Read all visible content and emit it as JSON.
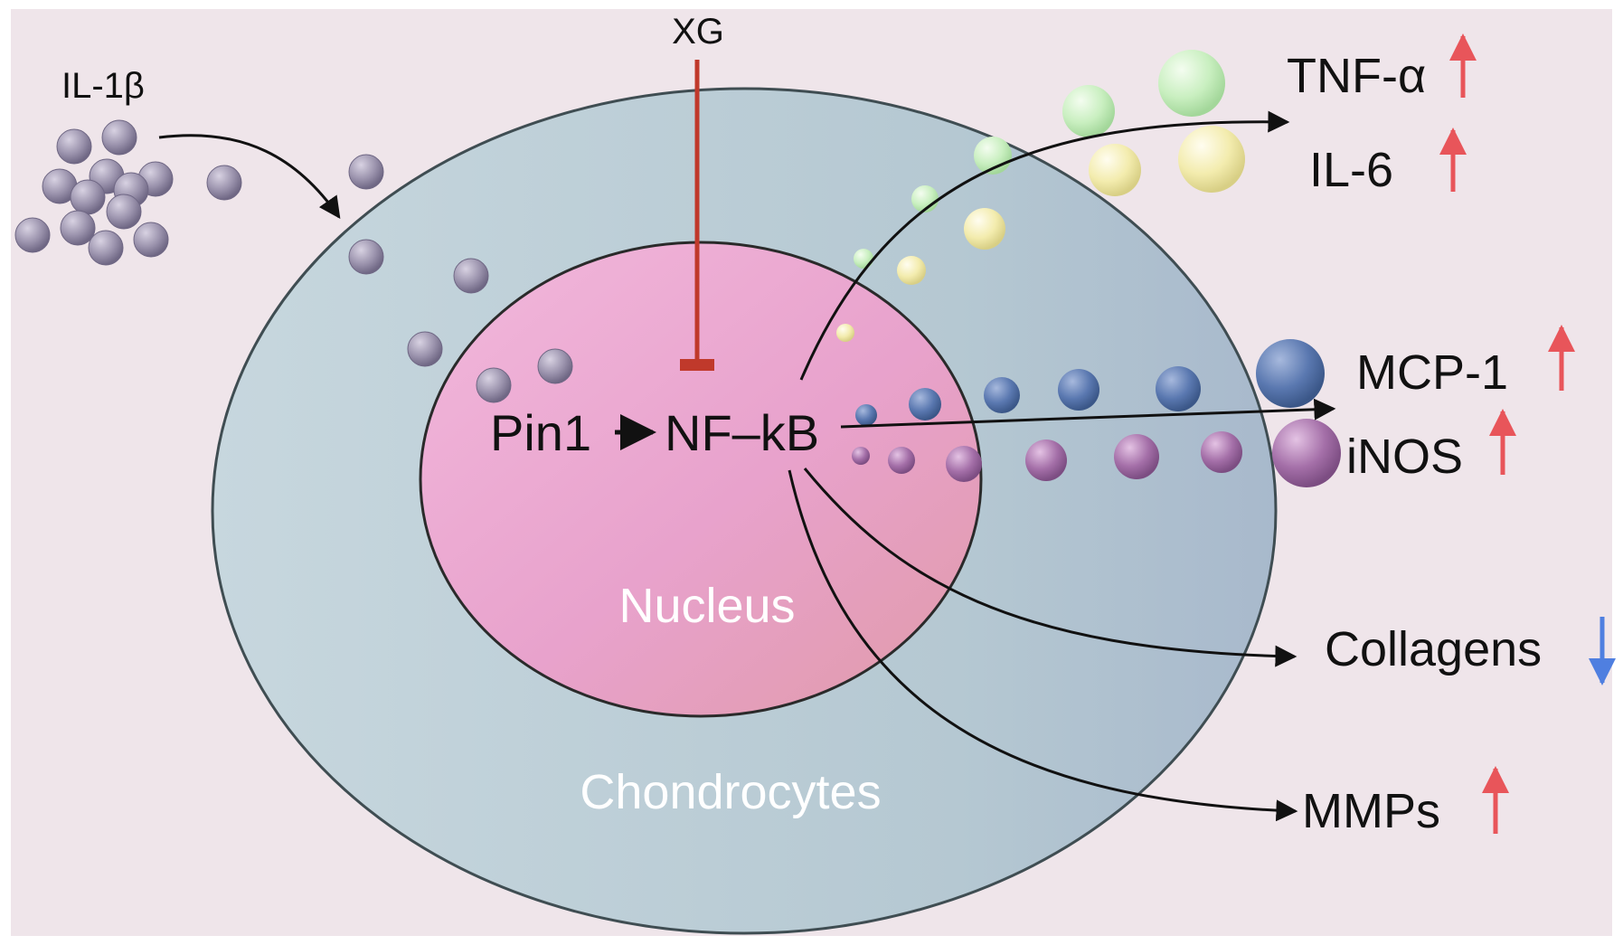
{
  "labels": {
    "il1b": "IL-1β",
    "xg": "XG",
    "pin1": "Pin1",
    "nfkb": "NF–kB",
    "nucleus": "Nucleus",
    "chondrocytes": "Chondrocytes",
    "tnf": "TNF-α",
    "il6": "IL-6",
    "mcp1": "MCP-1",
    "inos": "iNOS",
    "collagens": "Collagens",
    "mmps": "MMPs"
  },
  "regulation": {
    "tnf": "up",
    "il6": "up",
    "mcp1": "up",
    "inos": "up",
    "collagens": "down",
    "mmps": "up"
  },
  "colors": {
    "background": "#efe5ea",
    "cytoplasm": "#b7cad3",
    "cell_border": "#3f4d52",
    "nucleus": "#e8a2cc",
    "inhibition": "#c0392b",
    "up_arrow": "#e8555a",
    "down_arrow": "#4f7fe0",
    "il1b_particle": "#9b93ad",
    "tnf_particle": "#c9efc0",
    "il6_particle": "#f3ecae",
    "mcp1_particle": "#5a78b0",
    "inos_particle": "#a46fa8"
  }
}
